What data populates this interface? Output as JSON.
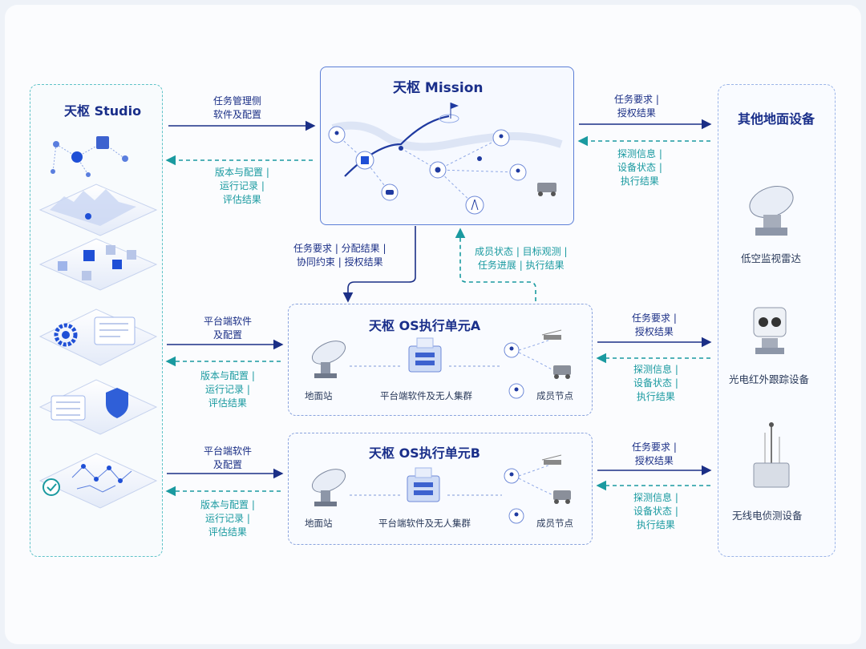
{
  "studio": {
    "title": "天枢 Studio"
  },
  "mission": {
    "title": "天枢 Mission"
  },
  "ground": {
    "title": "其他地面设备"
  },
  "unitA": {
    "title": "天枢 OS执行单元A",
    "ground_station": "地面站",
    "cluster": "平台端软件及无人集群",
    "members": "成员节点"
  },
  "unitB": {
    "title": "天枢 OS执行单元B",
    "ground_station": "地面站",
    "cluster": "平台端软件及无人集群",
    "members": "成员节点"
  },
  "devices": {
    "radar": "低空监视雷达",
    "eo": "光电红外跟踪设备",
    "radio": "无线电侦测设备"
  },
  "edges": {
    "studio_to_mission": [
      "任务管理侧",
      "软件及配置"
    ],
    "mission_to_studio": [
      "版本与配置 |",
      "运行记录 |",
      "评估结果"
    ],
    "mission_to_ground": [
      "任务要求 |",
      "授权结果"
    ],
    "ground_to_mission": [
      "探测信息 |",
      "设备状态 |",
      "执行结果"
    ],
    "mission_to_unit": [
      "任务要求 | 分配结果 |",
      "协同约束 | 授权结果"
    ],
    "unit_to_mission": [
      "成员状态 | 目标观测 |",
      "任务进展 | 执行结果"
    ],
    "studio_to_unitA": [
      "平台端软件",
      "及配置"
    ],
    "unitA_to_studio": [
      "版本与配置 |",
      "运行记录 |",
      "评估结果"
    ],
    "unitA_to_ground": [
      "任务要求 |",
      "授权结果"
    ],
    "ground_to_unitA": [
      "探测信息 |",
      "设备状态 |",
      "执行结果"
    ],
    "studio_to_unitB": [
      "平台端软件",
      "及配置"
    ],
    "unitB_to_studio": [
      "版本与配置 |",
      "运行记录 |",
      "评估结果"
    ],
    "unitB_to_ground": [
      "任务要求 |",
      "授权结果"
    ],
    "ground_to_unitB": [
      "探测信息 |",
      "设备状态 |",
      "执行结果"
    ]
  },
  "colors": {
    "blue": "#1b2f86",
    "teal": "#1a9aa0",
    "accent": "#1f4fd6"
  }
}
